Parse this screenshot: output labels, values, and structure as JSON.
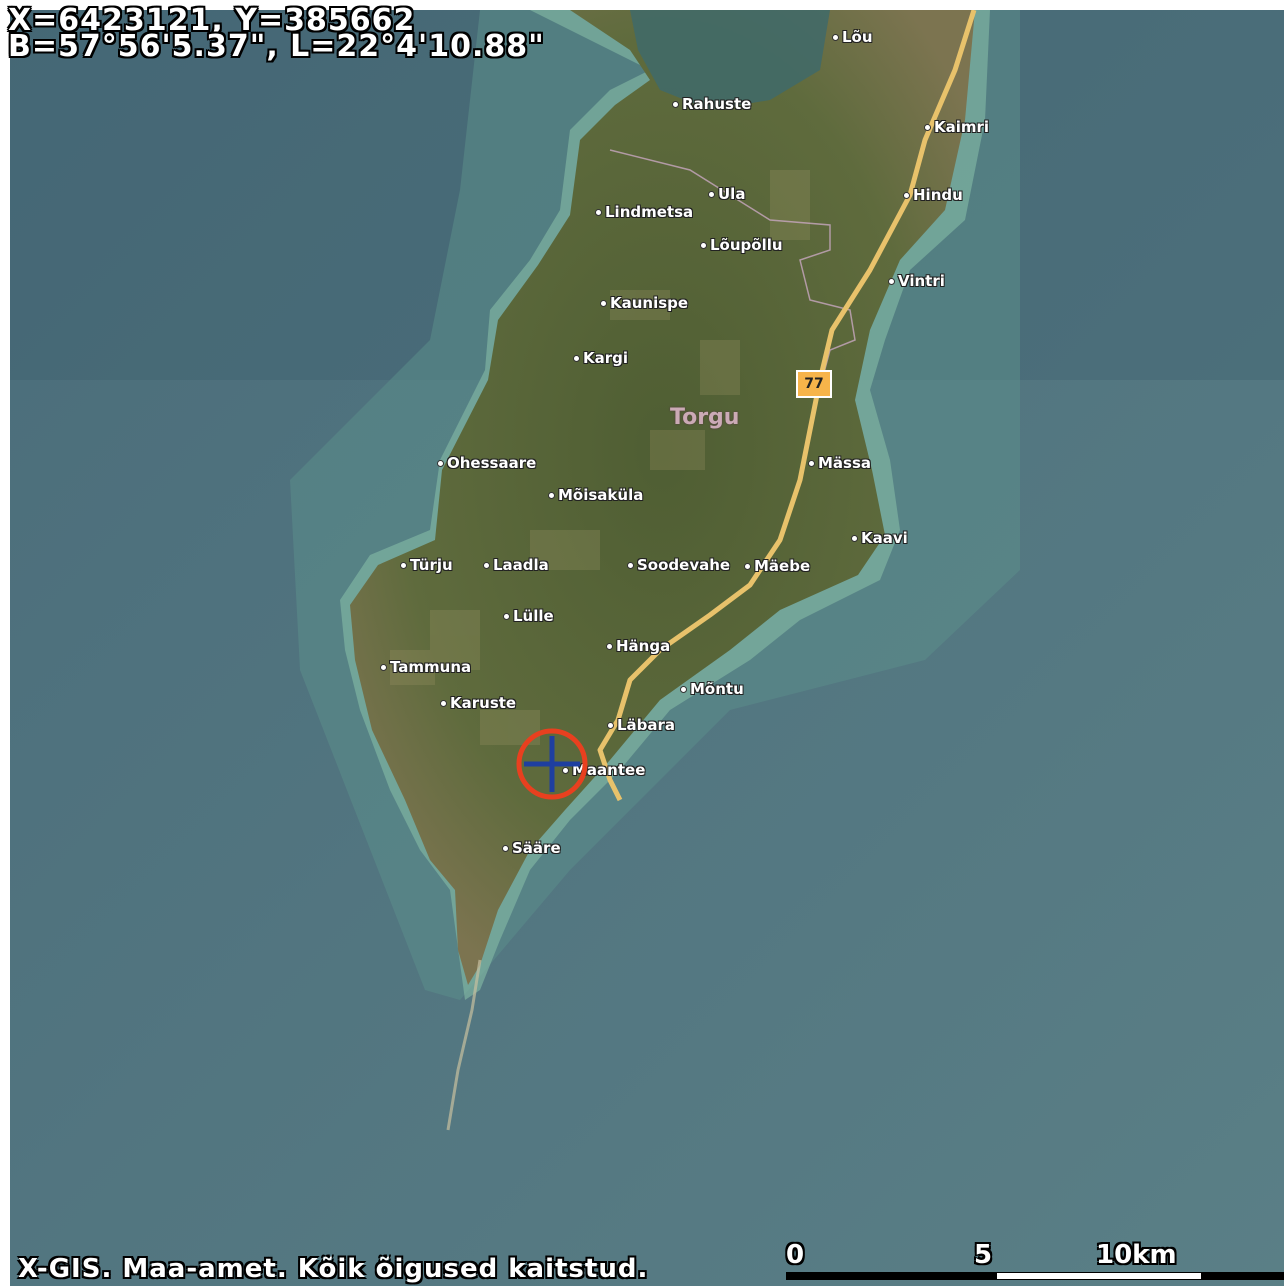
{
  "coordinates": {
    "line1": "X=6423121, Y=385662",
    "line2": "B=57°56'5.37\", L=22°4'10.88\""
  },
  "region_label": "Torgu",
  "road_number": "77",
  "places": [
    {
      "name": "Lõu"
    },
    {
      "name": "Rahuste"
    },
    {
      "name": "Kaimri"
    },
    {
      "name": "Ula"
    },
    {
      "name": "Hindu"
    },
    {
      "name": "Lindmetsa"
    },
    {
      "name": "Lõupõllu"
    },
    {
      "name": "Vintri"
    },
    {
      "name": "Kaunispe"
    },
    {
      "name": "Kargi"
    },
    {
      "name": "Ohessaare"
    },
    {
      "name": "Mässa"
    },
    {
      "name": "Mõisaküla"
    },
    {
      "name": "Kaavi"
    },
    {
      "name": "Türju"
    },
    {
      "name": "Laadla"
    },
    {
      "name": "Soodevahe"
    },
    {
      "name": "Mäebe"
    },
    {
      "name": "Lülle"
    },
    {
      "name": "Hänga"
    },
    {
      "name": "Tammuna"
    },
    {
      "name": "Mõntu"
    },
    {
      "name": "Karuste"
    },
    {
      "name": "Läbara"
    },
    {
      "name": "Maantee"
    },
    {
      "name": "Sääre"
    }
  ],
  "credit": "X-GIS. Maa-amet. Kõik õigused kaitstud.",
  "scale": {
    "ticks": [
      "0",
      "5",
      "10km"
    ]
  },
  "colors": {
    "sea": "#4f7380",
    "shallow": "#5d9a8e",
    "land": "#5e6a3a",
    "road": "#e8c26b",
    "marker_ring": "#e8401f",
    "marker_cross": "#1e3fa0"
  }
}
